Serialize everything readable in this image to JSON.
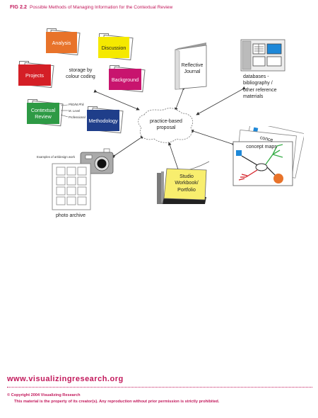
{
  "header": {
    "fig_number": "FIG 2.2",
    "title": "Possible Methods of Managing Information for the Contextual Review"
  },
  "folders": {
    "analysis": "Analysis",
    "discussion": "Discussion",
    "projects": "Projects",
    "background": "Background",
    "contextual_review_line1": "Contextual",
    "contextual_review_line2": "Review",
    "methodology": "Methodology"
  },
  "levels": [
    "PhD/M.Phil",
    "M. Level",
    "Professional"
  ],
  "storage_label_line1": "storage by",
  "storage_label_line2": "colour coding",
  "journal_line1": "Reflective",
  "journal_line2": "Journal",
  "databases_lines": [
    "databases -",
    "bibliography /",
    "other reference",
    "materials"
  ],
  "center_line1": "practice-based",
  "center_line2": "proposal",
  "examples_label": "Examples of art/design work",
  "photo_archive_label": "photo archive",
  "workbook_lines": [
    "Studio",
    "Workbook/",
    "Portfolio"
  ],
  "concept_maps_label": "concept maps",
  "concept_back_label": "conce",
  "footer": {
    "url": "www.visualizingresearch.org",
    "copyright": "© Copyright 2004 Visualizing Research",
    "notice": "This material is the property of its creator(s). Any reproduction without prior permission is strictly prohibited."
  },
  "colors": {
    "accent": "#c2185b",
    "analysis": "#e8732a",
    "discussion": "#f5e900",
    "projects": "#d41f26",
    "background": "#c8146e",
    "contextual_review": "#2e9a45",
    "methodology": "#1f3e8a",
    "workbook": "#f8ee6e"
  }
}
